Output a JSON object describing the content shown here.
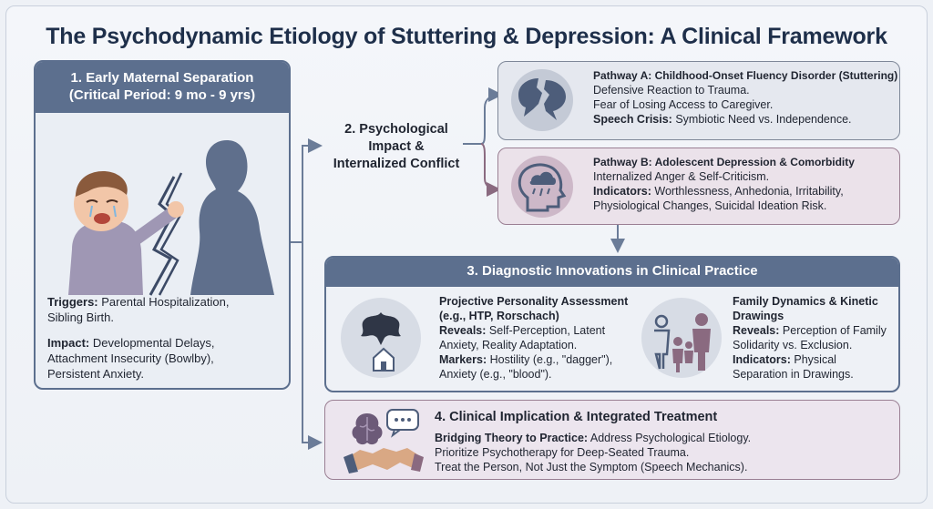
{
  "title": "The Psychodynamic Etiology of Stuttering & Depression: A Clinical Framework",
  "box1": {
    "header_line1": "1. Early Maternal Separation",
    "header_line2": "(Critical Period: 9 mo - 9 yrs)",
    "triggers_label": "Triggers:",
    "triggers_text_1": "Parental Hospitalization,",
    "triggers_text_2": "Sibling Birth.",
    "impact_label": "Impact:",
    "impact_text_1": "Developmental Delays,",
    "impact_text_2": "Attachment Insecurity (Bowlby),",
    "impact_text_3": "Persistent Anxiety."
  },
  "center": {
    "line1": "2. Psychological",
    "line2": "Impact &",
    "line3": "Internalized Conflict"
  },
  "pathway_a": {
    "header": "Pathway A: Childhood-Onset Fluency Disorder (Stuttering)",
    "line1": "Defensive Reaction to Trauma.",
    "line2": "Fear of Losing Access to Caregiver.",
    "label": "Speech Crisis:",
    "line3": "Symbiotic Need vs. Independence."
  },
  "pathway_b": {
    "header": "Pathway B: Adolescent Depression & Comorbidity",
    "line1": "Internalized Anger & Self-Criticism.",
    "label": "Indicators:",
    "line2": "Worthlessness, Anhedonia, Irritability,",
    "line3": "Physiological Changes, Suicidal Ideation Risk."
  },
  "box3": {
    "header": "3. Diagnostic Innovations in Clinical Practice",
    "left": {
      "title1": "Projective Personality Assessment",
      "title2": "(e.g., HTP, Rorschach)",
      "reveals_label": "Reveals:",
      "reveals1": "Self-Perception, Latent",
      "reveals2": "Anxiety, Reality Adaptation.",
      "markers_label": "Markers:",
      "markers1": "Hostility (e.g., \"dagger\"),",
      "markers2": "Anxiety (e.g., \"blood\")."
    },
    "right": {
      "title1": "Family Dynamics & Kinetic",
      "title2": "Drawings",
      "reveals_label": "Reveals:",
      "reveals1": "Perception of Family",
      "reveals2": "Solidarity vs. Exclusion.",
      "indicators_label": "Indicators:",
      "indicators1": "Physical",
      "indicators2": "Separation in Drawings."
    }
  },
  "box4": {
    "header": "4. Clinical Implication & Integrated Treatment",
    "label": "Bridging Theory to Practice:",
    "line1": "Address Psychological Etiology.",
    "line2": "Prioritize Psychotherapy for Deep-Seated Trauma.",
    "line3": "Treat the Person, Not Just the Symptom (Speech Mechanics)."
  },
  "colors": {
    "header_blue": "#5c6f8e",
    "mauve": "#9a7f93",
    "arrow": "#6b7c98",
    "title": "#1e2f4a"
  }
}
